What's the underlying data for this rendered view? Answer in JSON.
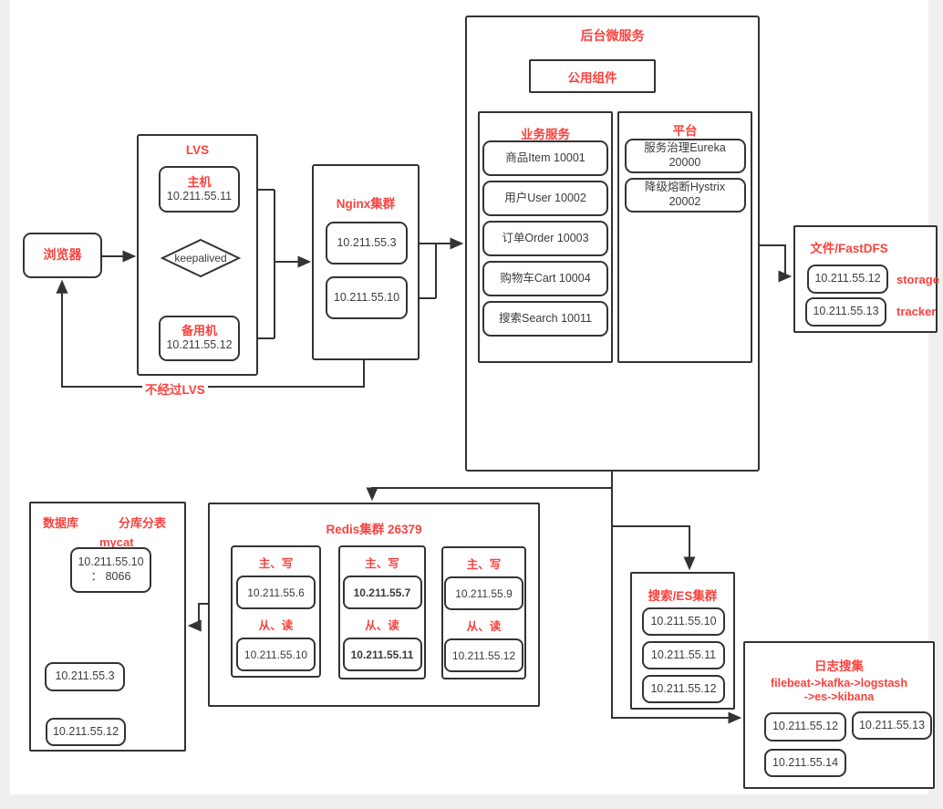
{
  "colors": {
    "accent_red": "#fa423d",
    "line": "#333333",
    "text": "#3d3d3d",
    "canvas": "#ffffff",
    "page_background": "#efefef"
  },
  "browser": {
    "label": "浏览器"
  },
  "lvs": {
    "title": "LVS",
    "master": {
      "label": "主机",
      "ip": "10.211.55.11"
    },
    "keepalived": "keepalived",
    "backup": {
      "label": "备用机",
      "ip": "10.211.55.12"
    }
  },
  "bypass_label": "不经过LVS",
  "nginx": {
    "title": "Nginx集群",
    "nodes": [
      "10.211.55.3",
      "10.211.55.10"
    ]
  },
  "backend": {
    "title": "后台微服务",
    "common": "公用组件",
    "business": {
      "title": "业务服务",
      "services": [
        "商品Item 10001",
        "用户User 10002",
        "订单Order 10003",
        "购物车Cart 10004",
        "搜索Search 10011"
      ]
    },
    "platform": {
      "title": "平台",
      "services": [
        "服务治理Eureka 20000",
        "降级熔断Hystrix 20002"
      ]
    }
  },
  "fastdfs": {
    "title": "文件/FastDFS",
    "nodes": [
      {
        "ip": "10.211.55.12",
        "role": "storage"
      },
      {
        "ip": "10.211.55.13",
        "role": "tracker"
      }
    ]
  },
  "redis": {
    "title": "Redis集群 26379",
    "master_label": "主、写",
    "slave_label": "从、读",
    "shards": [
      {
        "master": "10.211.55.6",
        "slave": "10.211.55.10",
        "emphasis": false
      },
      {
        "master": "10.211.55.7",
        "slave": "10.211.55.11",
        "emphasis": true
      },
      {
        "master": "10.211.55.9",
        "slave": "10.211.55.12",
        "emphasis": false
      }
    ]
  },
  "database": {
    "title_left": "数据库",
    "title_right": "分库分表",
    "subtitle": "mycat",
    "mycat": {
      "ip": "10.211.55.10",
      "port": "： 8066"
    },
    "nodes": [
      "10.211.55.3",
      "10.211.55.12"
    ]
  },
  "es": {
    "title": "搜索/ES集群",
    "nodes": [
      "10.211.55.10",
      "10.211.55.11",
      "10.211.55.12"
    ]
  },
  "logs": {
    "title": "日志搜集",
    "pipeline_line1": "filebeat->kafka->logstash",
    "pipeline_line2": "->es->kibana",
    "nodes": [
      "10.211.55.12",
      "10.211.55.13",
      "10.211.55.14"
    ]
  }
}
